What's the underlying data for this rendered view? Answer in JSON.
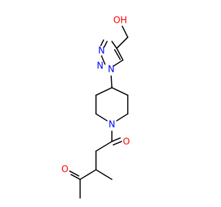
{
  "colors": {
    "bond": "#000000",
    "carbon": "#000000",
    "nitrogen": "#0000ff",
    "oxygen": "#ff0000"
  },
  "atoms": [
    {
      "id": "OH",
      "element": "O",
      "label": "OH"
    },
    {
      "id": "N_a",
      "element": "N",
      "label": "N"
    },
    {
      "id": "N_b",
      "element": "N",
      "label": "N"
    },
    {
      "id": "N_c",
      "element": "N",
      "label": "N"
    },
    {
      "id": "N_pip",
      "element": "N",
      "label": "N"
    },
    {
      "id": "O_amide",
      "element": "O",
      "label": "O"
    },
    {
      "id": "O_ketone",
      "element": "O",
      "label": "O"
    }
  ]
}
